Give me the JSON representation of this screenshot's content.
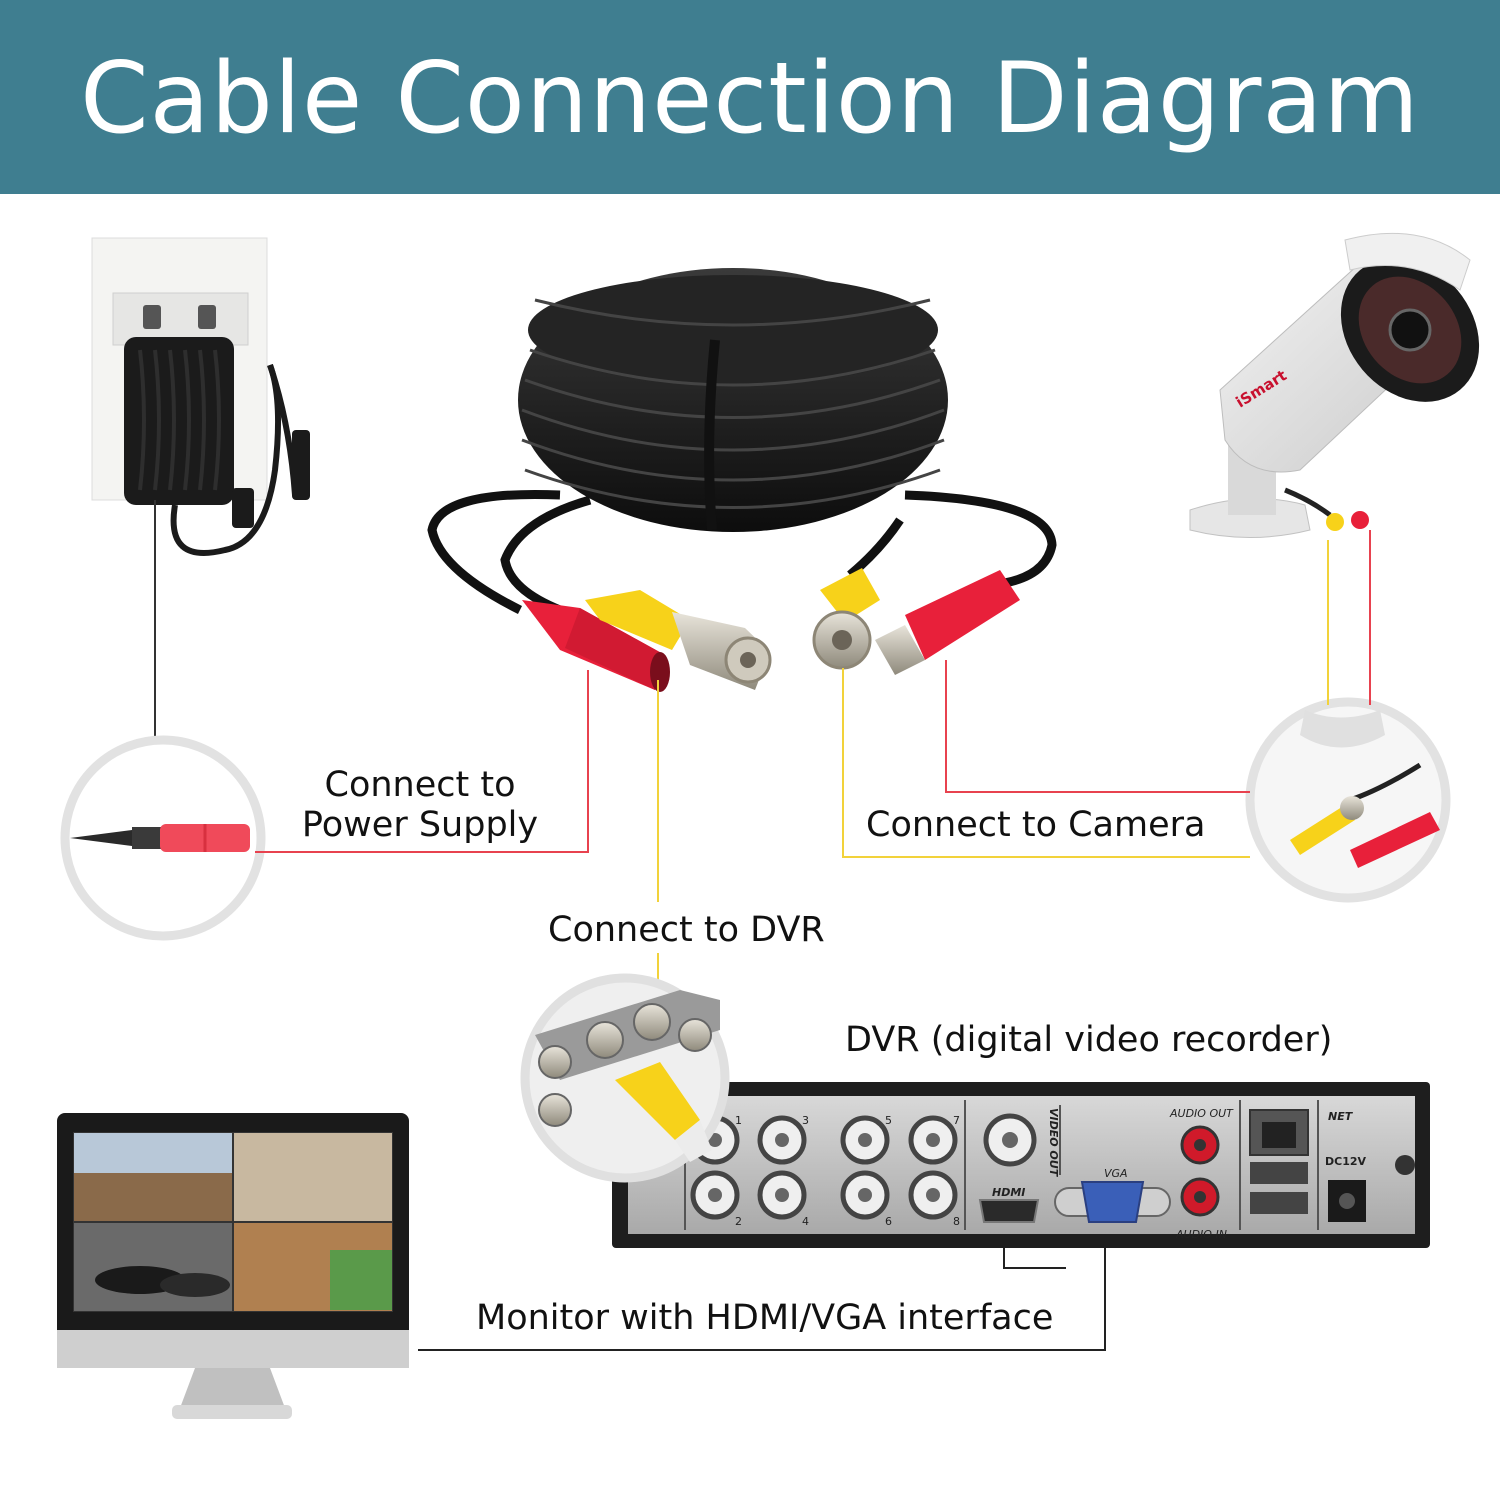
{
  "title": "Cable Connection Diagram",
  "labels": {
    "power_line1": "Connect to",
    "power_line2": "Power Supply",
    "camera": "Connect to Camera",
    "dvr": "Connect to DVR",
    "dvr_device": "DVR (digital video recorder)",
    "monitor": "Monitor with HDMI/VGA interface"
  },
  "dvr_panel": {
    "video_out": "VIDEO OUT",
    "audio_out": "AUDIO OUT",
    "audio_in": "AUDIO IN",
    "vga": "VGA",
    "hdmi": "HDMI",
    "net": "NET",
    "dc": "DC12V",
    "channels_top": [
      "1",
      "3",
      "5",
      "7"
    ],
    "channels_bottom": [
      "2",
      "4",
      "6",
      "8"
    ]
  },
  "camera_brand": "iSmart",
  "colors": {
    "banner": "#3f7e90",
    "power_line": "#e8424f",
    "video_line": "#f2d23a",
    "hdmi_line": "#222222",
    "cable_red": "#e8203a",
    "cable_yellow": "#f7d21a"
  }
}
